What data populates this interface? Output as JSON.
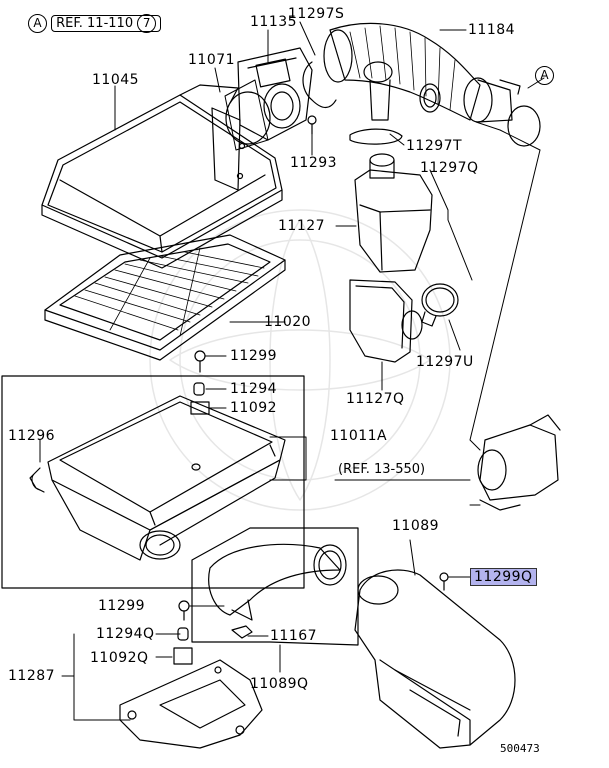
{
  "header": {
    "ref_marker": "A",
    "ref_text": "REF. 11-110",
    "ref_num": "7"
  },
  "marker_a": "A",
  "parts": [
    {
      "id": "p11135",
      "label": "11135"
    },
    {
      "id": "p11297S",
      "label": "11297S"
    },
    {
      "id": "p11184",
      "label": "11184"
    },
    {
      "id": "p11071",
      "label": "11071"
    },
    {
      "id": "p11045",
      "label": "11045"
    },
    {
      "id": "p11297T",
      "label": "11297T"
    },
    {
      "id": "p11293",
      "label": "11293"
    },
    {
      "id": "p11297Q",
      "label": "11297Q"
    },
    {
      "id": "p11127",
      "label": "11127"
    },
    {
      "id": "p11020",
      "label": "11020"
    },
    {
      "id": "p11299_top",
      "label": "11299"
    },
    {
      "id": "p11297U",
      "label": "11297U"
    },
    {
      "id": "p11294_top",
      "label": "11294"
    },
    {
      "id": "p11092_top",
      "label": "11092"
    },
    {
      "id": "p11127Q",
      "label": "11127Q"
    },
    {
      "id": "p11296",
      "label": "11296"
    },
    {
      "id": "p11011A",
      "label": "11011A"
    },
    {
      "id": "p11089",
      "label": "11089"
    },
    {
      "id": "p11299Q",
      "label": "11299Q",
      "highlighted": true
    },
    {
      "id": "p11299_bot",
      "label": "11299"
    },
    {
      "id": "p11294Q",
      "label": "11294Q"
    },
    {
      "id": "p11167",
      "label": "11167"
    },
    {
      "id": "p11092Q",
      "label": "11092Q"
    },
    {
      "id": "p11287",
      "label": "11287"
    },
    {
      "id": "p11089Q",
      "label": "11089Q"
    }
  ],
  "ref_13": "(REF. 13-550)",
  "drawing_code": "500473",
  "colors": {
    "highlight": "#b3b3ee",
    "line": "#000000",
    "watermark": "#e6e6e6"
  }
}
